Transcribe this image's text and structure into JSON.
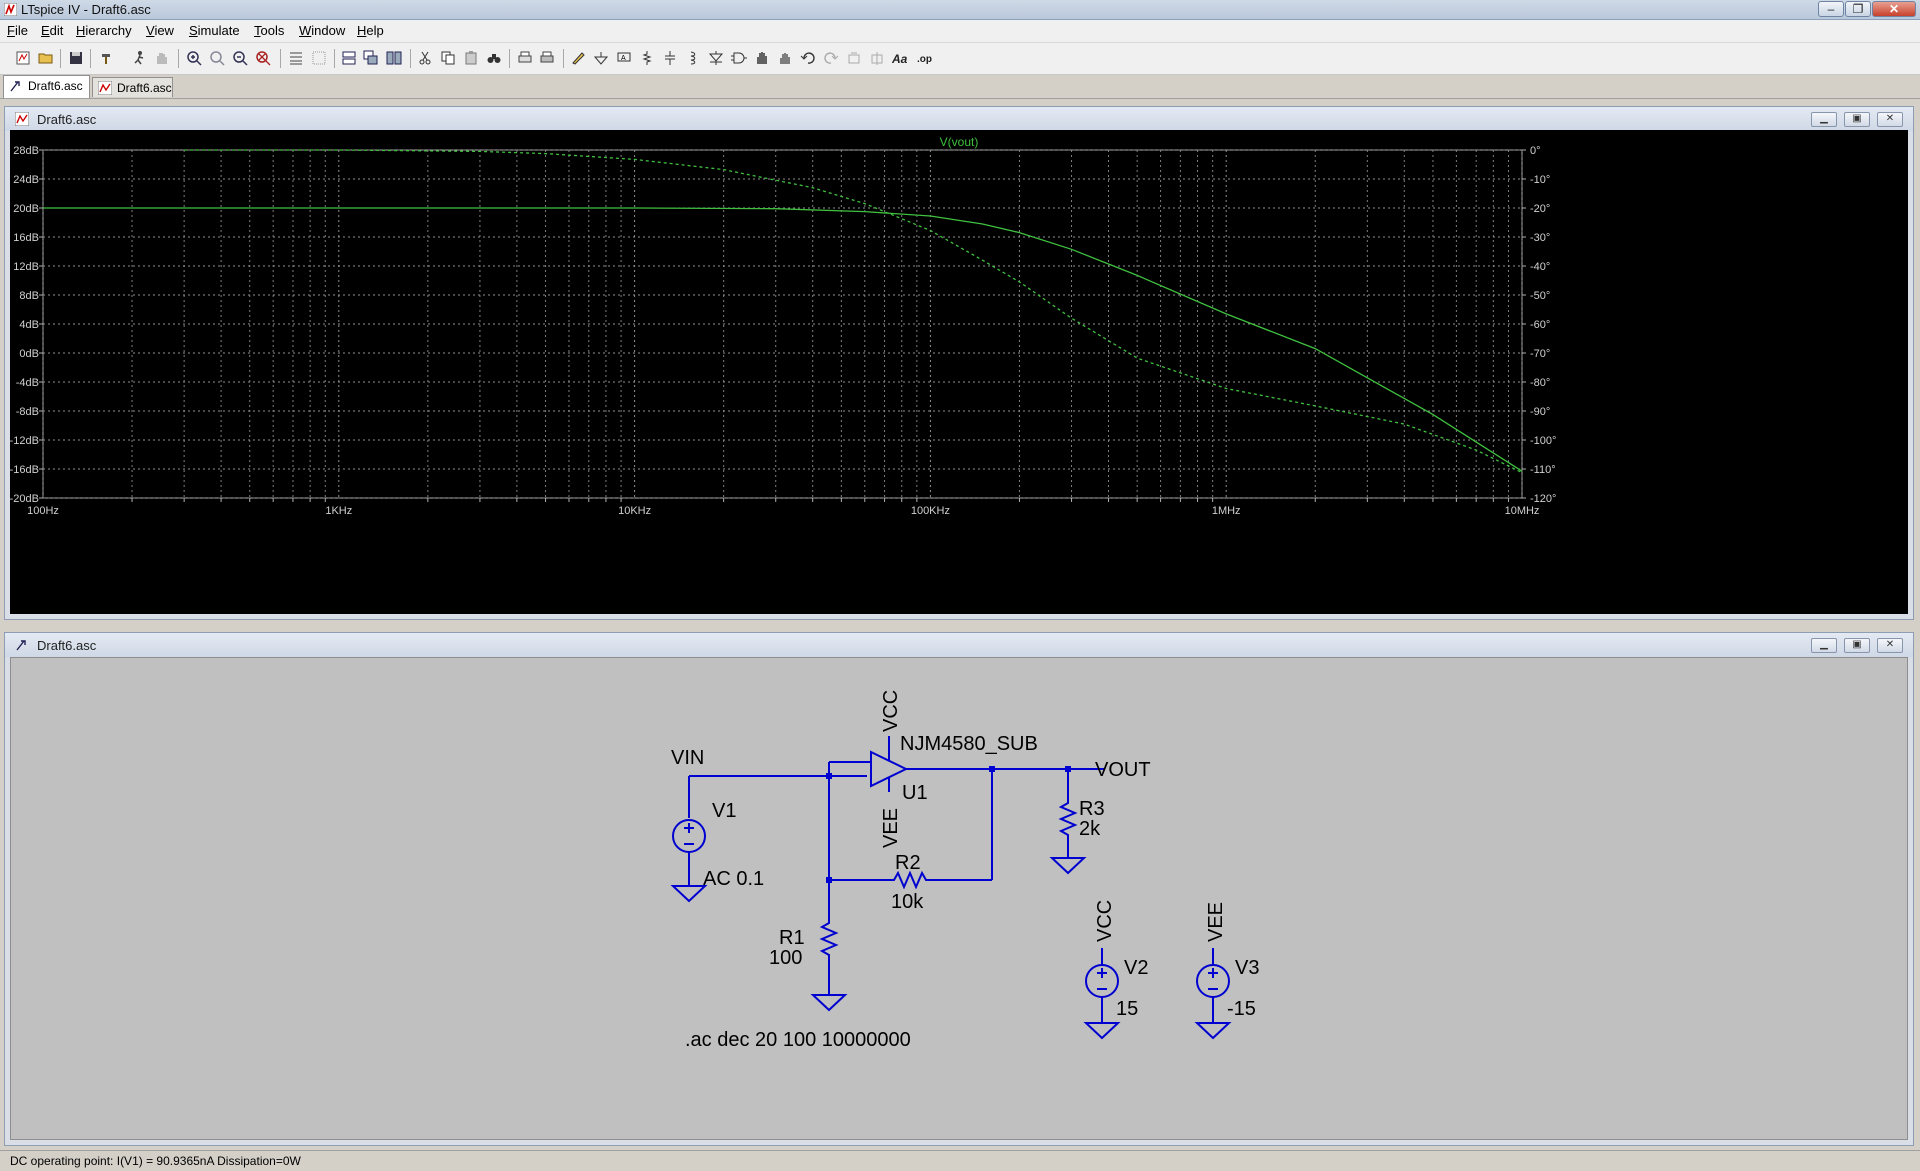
{
  "window": {
    "title": "LTspice IV - Draft6.asc",
    "minimize": "–",
    "restore": "❐",
    "close": "✕"
  },
  "menu": [
    {
      "label": "File",
      "u": "F",
      "rest": "ile"
    },
    {
      "label": "Edit",
      "u": "E",
      "rest": "dit"
    },
    {
      "label": "Hierarchy",
      "u": "H",
      "rest": "ierarchy"
    },
    {
      "label": "View",
      "u": "V",
      "rest": "iew"
    },
    {
      "label": "Simulate",
      "u": "S",
      "rest": "imulate"
    },
    {
      "label": "Tools",
      "u": "T",
      "rest": "ools"
    },
    {
      "label": "Window",
      "u": "W",
      "rest": "indow"
    },
    {
      "label": "Help",
      "u": "H",
      "rest": "elp"
    }
  ],
  "tabs": [
    {
      "label": "Draft6.asc",
      "kind": "schematic",
      "active": true
    },
    {
      "label": "Draft6.asc",
      "kind": "waveform",
      "active": false
    }
  ],
  "plot_window": {
    "title": "Draft6.asc"
  },
  "schematic_window": {
    "title": "Draft6.asc"
  },
  "chart_data": {
    "type": "line",
    "title": "V(vout)",
    "x_scale": "log",
    "xlim": [
      100,
      10000000
    ],
    "x_ticks": [
      {
        "value": 100,
        "label": "100Hz"
      },
      {
        "value": 1000,
        "label": "1KHz"
      },
      {
        "value": 10000,
        "label": "10KHz"
      },
      {
        "value": 100000,
        "label": "100KHz"
      },
      {
        "value": 1000000,
        "label": "1MHz"
      },
      {
        "value": 10000000,
        "label": "10MHz"
      }
    ],
    "ylim": [
      -20,
      28
    ],
    "y_ticks": [
      {
        "value": 28,
        "label": "28dB"
      },
      {
        "value": 24,
        "label": "24dB"
      },
      {
        "value": 20,
        "label": "20dB"
      },
      {
        "value": 16,
        "label": "16dB"
      },
      {
        "value": 12,
        "label": "12dB"
      },
      {
        "value": 8,
        "label": "8dB"
      },
      {
        "value": 4,
        "label": "4dB"
      },
      {
        "value": 0,
        "label": "0dB"
      },
      {
        "value": -4,
        "label": "-4dB"
      },
      {
        "value": -8,
        "label": "-8dB"
      },
      {
        "value": -12,
        "label": "-12dB"
      },
      {
        "value": -16,
        "label": "-16dB"
      },
      {
        "value": -20,
        "label": "-20dB"
      }
    ],
    "y2_ticks": [
      {
        "value": 28,
        "label": "0°"
      },
      {
        "value": 24,
        "label": "-10°"
      },
      {
        "value": 20,
        "label": "-20°"
      },
      {
        "value": 16,
        "label": "-30°"
      },
      {
        "value": 12,
        "label": "-40°"
      },
      {
        "value": 8,
        "label": "-50°"
      },
      {
        "value": 4,
        "label": "-60°"
      },
      {
        "value": 0,
        "label": "-70°"
      },
      {
        "value": -4,
        "label": "-80°"
      },
      {
        "value": -8,
        "label": "-90°"
      },
      {
        "value": -12,
        "label": "-100°"
      },
      {
        "value": -16,
        "label": "-110°"
      },
      {
        "value": -20,
        "label": "-120°"
      }
    ],
    "grid": true,
    "series": [
      {
        "name": "V(vout)",
        "kind": "magnitude",
        "style": "solid",
        "color": "#3fc03f",
        "x": [
          100,
          1000,
          10000,
          30000,
          60000,
          100000,
          150000,
          200000,
          300000,
          500000,
          1000000,
          2000000,
          5000000,
          10000000
        ],
        "y": [
          20,
          20,
          20,
          19.9,
          19.5,
          18.9,
          17.8,
          16.6,
          14.3,
          10.7,
          5.4,
          0.6,
          -8.5,
          -16.3
        ]
      },
      {
        "kind": "phase",
        "style": "dashed",
        "color": "#3fc03f",
        "x": [
          300,
          1000,
          3000,
          5000,
          10000,
          20000,
          40000,
          60000,
          100000,
          150000,
          200000,
          300000,
          500000,
          1000000,
          2000000,
          4000000,
          7000000,
          10000000
        ],
        "y": [
          28,
          28,
          27.8,
          27.5,
          26.7,
          25.3,
          22.8,
          20.6,
          16.9,
          12.8,
          9.8,
          4.8,
          -0.7,
          -4.9,
          -7.3,
          -9.8,
          -13.4,
          -16.5
        ]
      }
    ]
  },
  "schematic": {
    "labels": {
      "vin": "VIN",
      "vout": "VOUT",
      "vcc_top": "VCC",
      "vee_bottom": "VEE",
      "opamp_model": "NJM4580_SUB",
      "opamp_ref": "U1",
      "v1_name": "V1",
      "v1_value": "AC 0.1",
      "r1_name": "R1",
      "r1_value": "100",
      "r2_name": "R2",
      "r2_value": "10k",
      "r3_name": "R3",
      "r3_value": "2k",
      "v2_net": "VCC",
      "v2_name": "V2",
      "v2_value": "15",
      "v3_net": "VEE",
      "v3_name": "V3",
      "v3_value": "-15",
      "directive": ".ac dec 20 100 10000000"
    },
    "wire_color": "#0000d0"
  },
  "status": {
    "text": "DC operating point: I(V1) = 90.9365nA   Dissipation=0W"
  }
}
